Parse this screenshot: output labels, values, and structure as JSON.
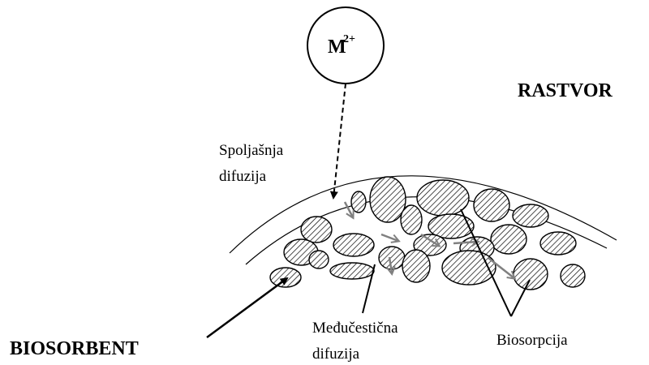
{
  "labels": {
    "ion_symbol": "M",
    "ion_charge": "2+",
    "solution": "RASTVOR",
    "external_diffusion_line1": "Spoljašnja",
    "external_diffusion_line2": "difuzija",
    "interparticle_diffusion_line1": "Međučestična",
    "interparticle_diffusion_line2": "difuzija",
    "biosorption": "Biosorpcija",
    "biosorbent": "BIOSORBENT"
  },
  "colors": {
    "stroke": "#000000",
    "diffusion_arrow": "#808080",
    "background": "#ffffff"
  }
}
